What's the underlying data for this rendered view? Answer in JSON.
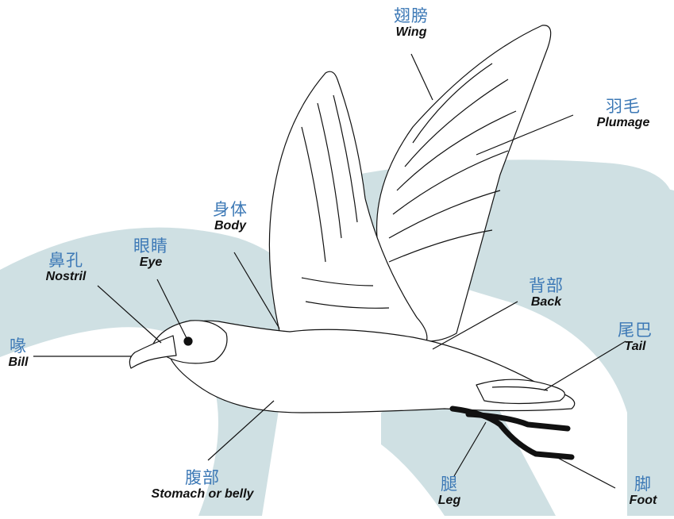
{
  "colors": {
    "background_shape": "#cfe0e3",
    "chinese_label": "#3d79b6",
    "english_label": "#111111",
    "outline": "#111111",
    "leg": "#111111"
  },
  "labels": {
    "wing": {
      "zh": "翅膀",
      "en": "Wing"
    },
    "plumage": {
      "zh": "羽毛",
      "en": "Plumage"
    },
    "body": {
      "zh": "身体",
      "en": "Body"
    },
    "eye": {
      "zh": "眼睛",
      "en": "Eye"
    },
    "nostril": {
      "zh": "鼻孔",
      "en": "Nostril"
    },
    "bill": {
      "zh": "喙",
      "en": "Bill"
    },
    "back": {
      "zh": "背部",
      "en": "Back"
    },
    "tail": {
      "zh": "尾巴",
      "en": "Tail"
    },
    "stomach": {
      "zh": "腹部",
      "en": "Stomach or belly"
    },
    "leg": {
      "zh": "腿",
      "en": "Leg"
    },
    "foot": {
      "zh": "脚",
      "en": "Foot"
    }
  }
}
